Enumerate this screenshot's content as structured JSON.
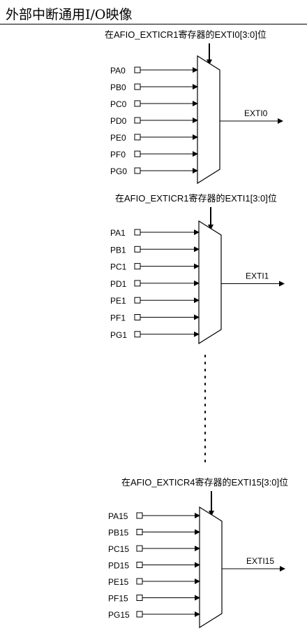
{
  "page": {
    "title": "外部中断通用I/O映像"
  },
  "diagram": {
    "blocks": [
      {
        "register_label": "在AFIO_EXTICR1寄存器的EXTI0[3:0]位",
        "inputs": [
          "PA0",
          "PB0",
          "PC0",
          "PD0",
          "PE0",
          "PF0",
          "PG0"
        ],
        "output": "EXTI0"
      },
      {
        "register_label": "在AFIO_EXTICR1寄存器的EXTI1[3:0]位",
        "inputs": [
          "PA1",
          "PB1",
          "PC1",
          "PD1",
          "PE1",
          "PF1",
          "PG1"
        ],
        "output": "EXTI1"
      },
      {
        "register_label": "在AFIO_EXTICR4寄存器的EXTI15[3:0]位",
        "inputs": [
          "PA15",
          "PB15",
          "PC15",
          "PD15",
          "PE15",
          "PF15",
          "PG15"
        ],
        "output": "EXTI15"
      }
    ]
  }
}
